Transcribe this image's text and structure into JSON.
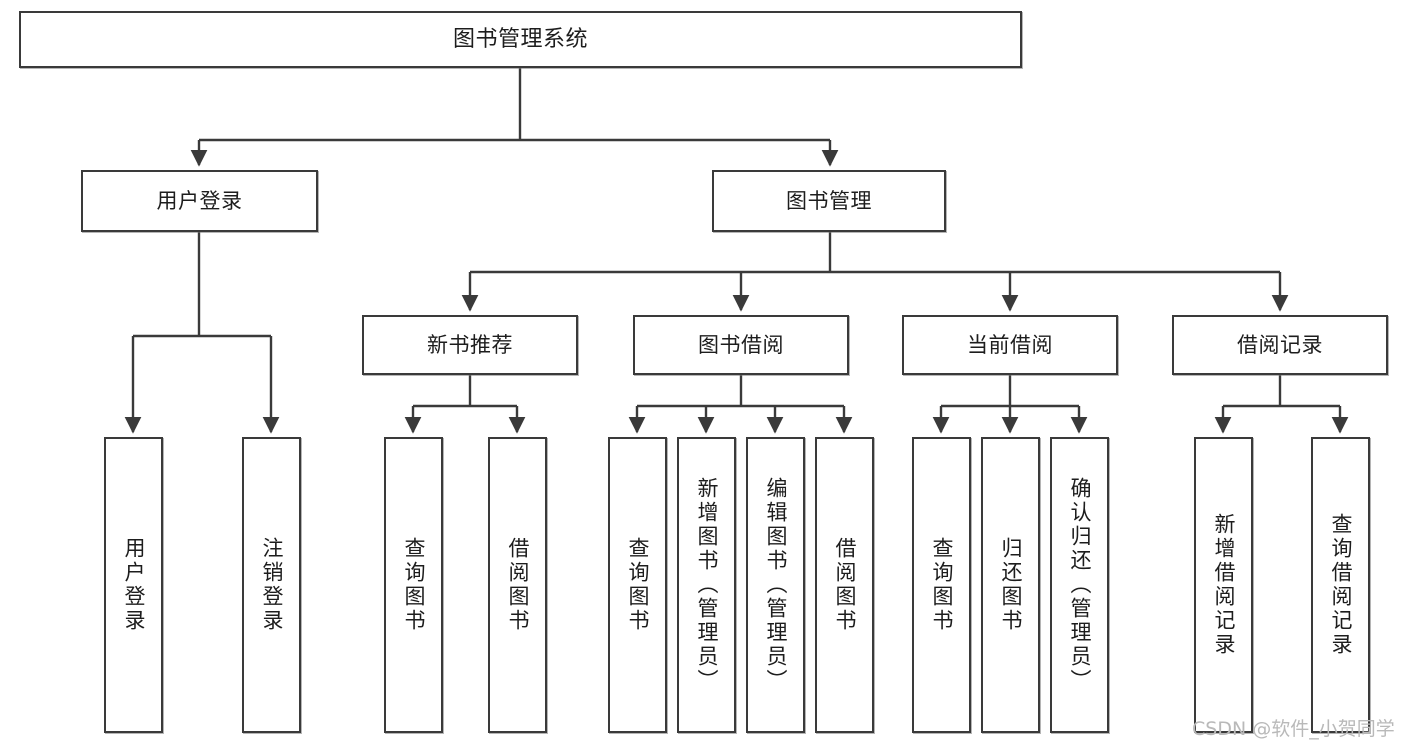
{
  "diagram": {
    "title": "图书管理系统",
    "type": "tree",
    "colors": {
      "stroke": "#3a3a3a",
      "fill": "#ffffff",
      "text": "#1d1d1d",
      "watermark": "#b9b9b9",
      "background": "#ffffff"
    },
    "root": {
      "label": "图书管理系统"
    },
    "level2": [
      {
        "label": "用户登录"
      },
      {
        "label": "图书管理"
      }
    ],
    "level3": [
      {
        "label": "新书推荐"
      },
      {
        "label": "图书借阅"
      },
      {
        "label": "当前借阅"
      },
      {
        "label": "借阅记录"
      }
    ],
    "leaves": {
      "user_login": [
        {
          "label": "用户登录"
        },
        {
          "label": "注销登录"
        }
      ],
      "new_book": [
        {
          "label": "查询图书"
        },
        {
          "label": "借阅图书"
        }
      ],
      "book_borrow": [
        {
          "label": "查询图书"
        },
        {
          "label": "新增图书（管理员）"
        },
        {
          "label": "编辑图书（管理员）"
        },
        {
          "label": "借阅图书"
        }
      ],
      "current_borrow": [
        {
          "label": "查询图书"
        },
        {
          "label": "归还图书"
        },
        {
          "label": "确认归还（管理员）"
        }
      ],
      "borrow_record": [
        {
          "label": "新增借阅记录"
        },
        {
          "label": "查询借阅记录"
        }
      ]
    }
  },
  "watermark": {
    "text": "CSDN @软件_小贺同学"
  }
}
